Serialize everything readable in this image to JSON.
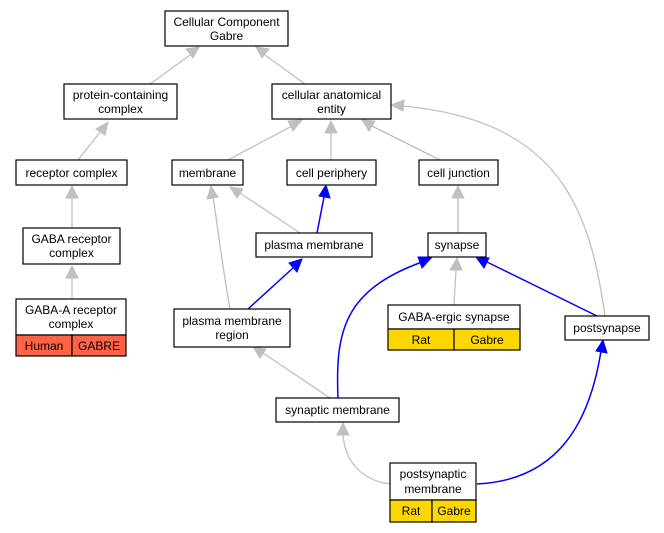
{
  "nodes": {
    "cellular_component": {
      "line1": "Cellular Component",
      "line2": "Gabre"
    },
    "protein_containing_complex": {
      "line1": "protein-containing",
      "line2": "complex"
    },
    "cellular_anatomical_entity": {
      "line1": "cellular anatomical",
      "line2": "entity"
    },
    "receptor_complex": {
      "label": "receptor complex"
    },
    "membrane": {
      "label": "membrane"
    },
    "cell_periphery": {
      "label": "cell periphery"
    },
    "cell_junction": {
      "label": "cell junction"
    },
    "gaba_receptor_complex": {
      "line1": "GABA receptor",
      "line2": "complex"
    },
    "plasma_membrane": {
      "label": "plasma membrane"
    },
    "synapse": {
      "label": "synapse"
    },
    "gaba_a_receptor_complex": {
      "line1": "GABA-A receptor",
      "line2": "complex",
      "cells": [
        "Human",
        "GABRE"
      ]
    },
    "plasma_membrane_region": {
      "line1": "plasma membrane",
      "line2": "region"
    },
    "gaba_ergic_synapse": {
      "label": "GABA-ergic synapse",
      "cells": [
        "Rat",
        "Gabre"
      ]
    },
    "postsynapse": {
      "label": "postsynapse"
    },
    "synaptic_membrane": {
      "label": "synaptic membrane"
    },
    "postsynaptic_membrane": {
      "line1": "postsynaptic",
      "line2": "membrane",
      "cells": [
        "Rat",
        "Gabre"
      ]
    }
  },
  "colors": {
    "is_a_edge": "#c0c0c0",
    "part_of_edge": "#0000ff",
    "human_annotation": "#ff6347",
    "rat_annotation": "#ffd700"
  }
}
